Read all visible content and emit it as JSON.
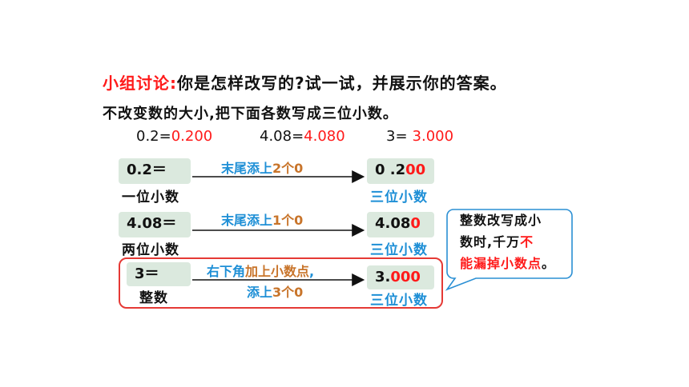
{
  "title": {
    "prefix": "小组讨论:",
    "text": "你是怎样改写的?试一试，并展示你的答案。"
  },
  "instruction": "不改变数的大小,把下面各数写成三位小数。",
  "examples": [
    {
      "q": "0.2=",
      "a": "0.200"
    },
    {
      "q": "4.08=",
      "a": "4.080"
    },
    {
      "q": "3=",
      "a": "3.000"
    }
  ],
  "rows": [
    {
      "left_value": "0.2＝",
      "left_label": "一位小数",
      "arrow_text_a": "末尾添上",
      "arrow_text_b": "2个0",
      "right_black": "0 .2",
      "right_red": "00",
      "right_label": "三位小数"
    },
    {
      "left_value": "4.08＝",
      "left_label": "两位小数",
      "arrow_text_a": "末尾添上",
      "arrow_text_b": "1个0",
      "right_black": "4.08",
      "right_red": "0",
      "right_label": "三位小数"
    },
    {
      "left_value": "3＝",
      "left_label": "整数",
      "arrow_line1_a": "右下角",
      "arrow_line1_b": "加上小数点",
      "arrow_line1_comma": ",",
      "arrow_line2_a": "添上",
      "arrow_line2_b": "3个0",
      "right_black": "3.",
      "right_red": "000",
      "right_label": "三位小数"
    }
  ],
  "bubble": {
    "line1": "整数改写成小",
    "line2_black": "数时,千万",
    "line2_red": "不",
    "line3_red": "能漏掉小数点",
    "line3_end": "。"
  },
  "colors": {
    "red": "#ff1a1a",
    "blue": "#1e8fd6",
    "orange": "#c8742a",
    "box": "#dbe9de",
    "frame": "#e53935"
  }
}
